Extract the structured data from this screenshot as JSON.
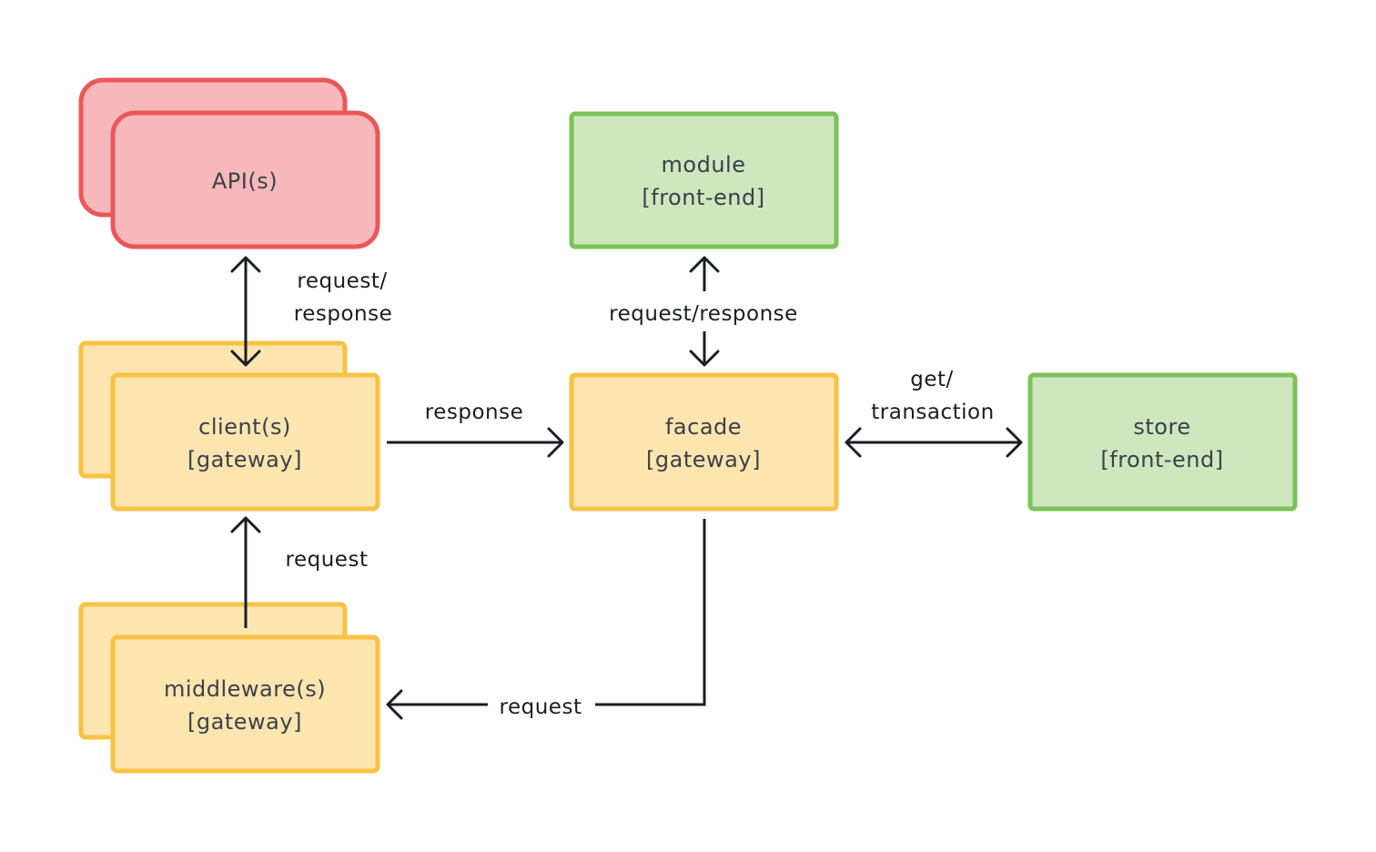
{
  "colors": {
    "api_fill": "#f6b8bb",
    "api_stroke": "#eb5758",
    "gateway_fill": "#fde5b0",
    "gateway_stroke": "#f8c244",
    "frontend_fill": "#cee7bf",
    "frontend_stroke": "#7dc258",
    "edge": "#1a1d24"
  },
  "nodes": {
    "api": {
      "line1": "API(s)"
    },
    "client": {
      "line1": "client(s)",
      "line2": "[gateway]"
    },
    "middleware": {
      "line1": "middleware(s)",
      "line2": "[gateway]"
    },
    "module": {
      "line1": "module",
      "line2": "[front-end]"
    },
    "facade": {
      "line1": "facade",
      "line2": "[gateway]"
    },
    "store": {
      "line1": "store",
      "line2": "[front-end]"
    }
  },
  "edges": {
    "api_client": {
      "line1": "request/",
      "line2": "response"
    },
    "client_facade": {
      "label": "response"
    },
    "middleware_client": {
      "label": "request"
    },
    "module_facade": {
      "label": "request/response"
    },
    "facade_store": {
      "line1": "get/",
      "line2": "transaction"
    },
    "facade_middleware": {
      "label": "request"
    }
  }
}
